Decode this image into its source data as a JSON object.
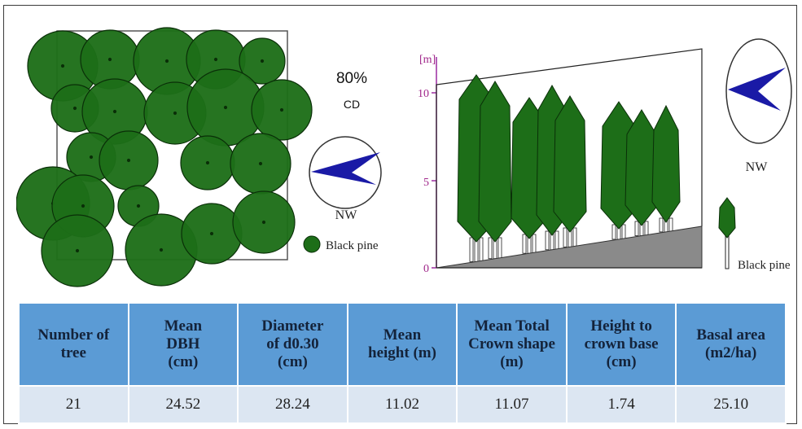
{
  "left_panel": {
    "cd_percent": "80%",
    "cd_label": "CD",
    "compass_label": "NW",
    "legend_label": "Black pine"
  },
  "right_panel": {
    "axis_unit": "[m]",
    "y_ticks": [
      "10",
      "5",
      "0"
    ],
    "compass_label": "NW",
    "legend_label": "Black pine"
  },
  "colors": {
    "crown": "#1d6e18",
    "crown_dark": "#0f4d0c",
    "header": "#5b9bd5",
    "row": "#dce6f2",
    "compass": "#1a1aa6",
    "slope": "#8a8a8a"
  },
  "table": {
    "headers": [
      [
        "Number of",
        "tree"
      ],
      [
        "Mean",
        "DBH",
        "(cm)"
      ],
      [
        "Diameter",
        "of d0.30",
        "(cm)"
      ],
      [
        "Mean",
        "height (m)"
      ],
      [
        "Mean Total",
        "Crown shape",
        "(m)"
      ],
      [
        "Height to",
        "crown base",
        "(cm)"
      ],
      [
        "Basal area",
        "(m2/ha)"
      ]
    ],
    "values": [
      "21",
      "24.52",
      "28.24",
      "11.02",
      "11.07",
      "1.74",
      "25.10"
    ]
  }
}
